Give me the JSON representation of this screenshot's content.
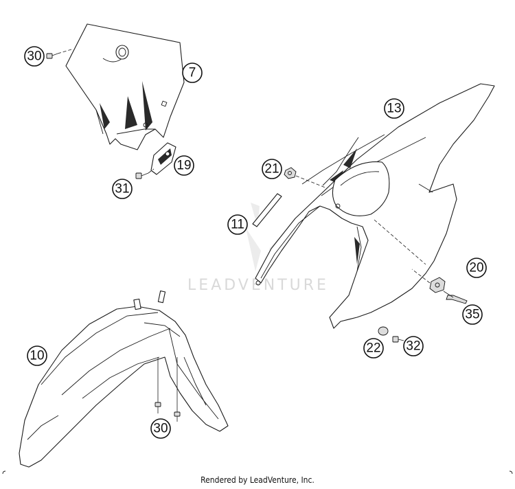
{
  "watermark": "LEADVENTURE",
  "footer": "Rendered by LeadVenture, Inc.",
  "callouts": {
    "c30a": "30",
    "c7": "7",
    "c31": "31",
    "c19": "19",
    "c13": "13",
    "c21": "21",
    "c11": "11",
    "c20": "20",
    "c35": "35",
    "c22": "22",
    "c32": "32",
    "c10": "10",
    "c30b": "30"
  }
}
